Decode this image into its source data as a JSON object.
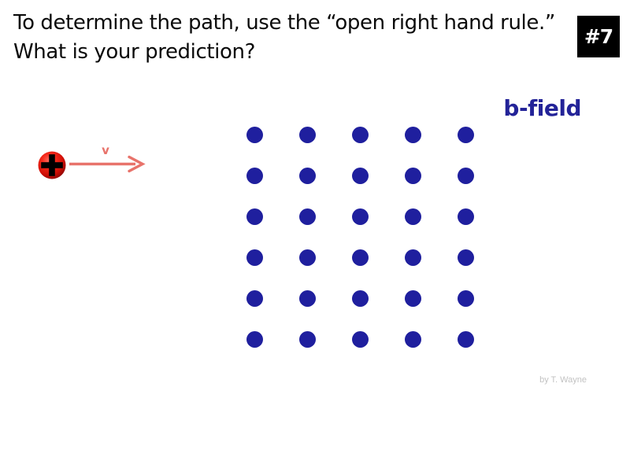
{
  "slide": {
    "background_color": "#ffffff",
    "title_lines": [
      "To determine the path, use the “open right hand rule.”",
      "What is your prediction?"
    ],
    "badge": {
      "label": "#7",
      "background_color": "#000000",
      "text_color": "#ffffff"
    },
    "credit": "by T. Wayne"
  },
  "diagram": {
    "bfield_label": "b-field",
    "bfield_color": "#232398",
    "charge": {
      "symbol": "+",
      "name": "positive-charge",
      "fill_color": "#e81414",
      "symbol_color": "#000000"
    },
    "velocity": {
      "label": "v",
      "color": "#e8736b",
      "direction": "right"
    },
    "field": {
      "dot_color": "#1f1f9e",
      "columns": 5,
      "rows": 6,
      "dot_diameter": 21,
      "column_spacing": 67,
      "row_spacing": 52,
      "orientation": "out-of-page",
      "row_offsets": [
        0,
        0,
        0,
        0,
        0,
        0
      ]
    }
  }
}
